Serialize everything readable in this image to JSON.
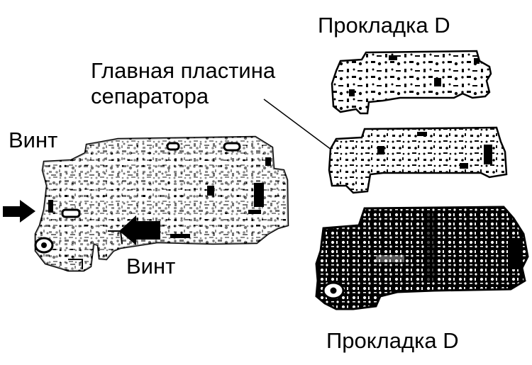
{
  "labels": {
    "gasket_top": "Прокладка D",
    "main_plate_line1": "Главная пластина",
    "main_plate_line2": "сепаратора",
    "screw_left": "Винт",
    "screw_bottom": "Винт",
    "gasket_bottom": "Прокладка D"
  },
  "colors": {
    "ink": "#000000",
    "paper": "#ffffff"
  },
  "icons": {
    "left_screw_arrow": "arrow-right-icon",
    "bottom_screw_arrow": "arrow-left-icon"
  }
}
